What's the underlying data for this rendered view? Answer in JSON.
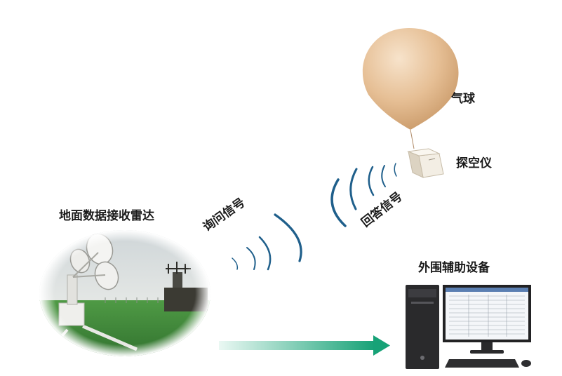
{
  "labels": {
    "balloon": "气球",
    "radiosonde": "探空仪",
    "radar": "地面数据接收雷达",
    "external_equipment": "外围辅助设备",
    "interrogation_signal": "询问信号",
    "reply_signal": "回答信号"
  },
  "colors": {
    "signal_wave": "#1f5f8b",
    "arrow_start": "#e6f7f2",
    "arrow_end": "#1aa37a",
    "balloon": "#e3bc93",
    "grass": "#3f8a3a",
    "sky": "#d9dedf"
  },
  "icons": [
    "balloon-icon",
    "radiosonde-icon",
    "radar-photo",
    "computer-icon",
    "signal-waves-icon",
    "flow-arrow-icon"
  ]
}
